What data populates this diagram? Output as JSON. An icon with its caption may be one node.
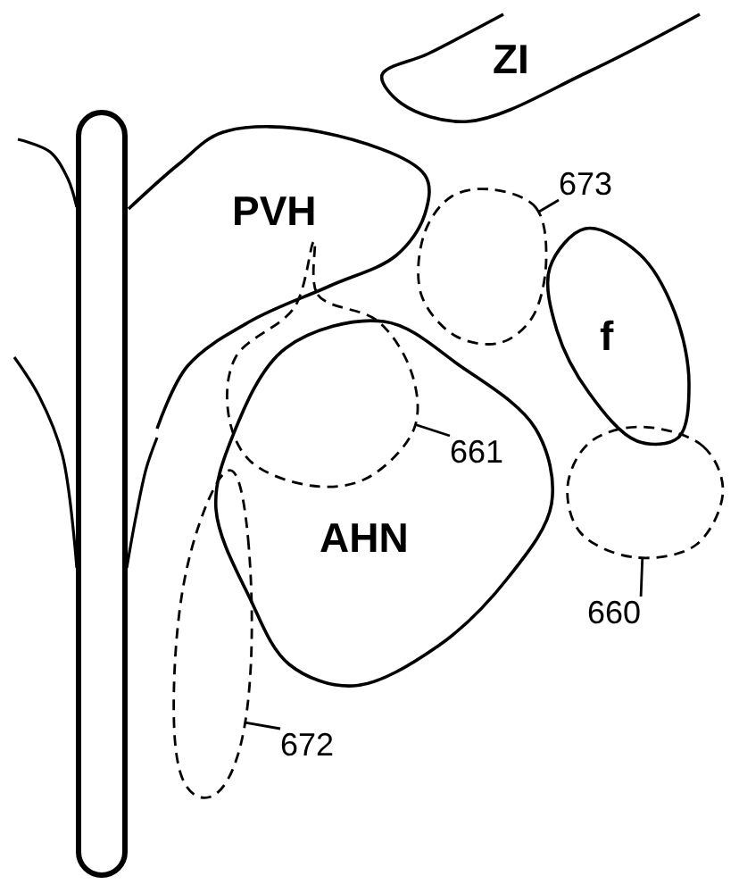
{
  "diagram": {
    "nodes": [
      {
        "text": [
          "ZI"
        ]
      },
      {
        "text": [
          "PVH"
        ]
      },
      {
        "text": [],
        "shape": "circle"
      },
      {
        "text": [
          "673"
        ]
      },
      {
        "text": [
          "f"
        ]
      },
      {
        "text": [],
        "shape": "circle"
      },
      {
        "text": [
          "661"
        ],
        "in": 7
      },
      {
        "text": [
          "AHN"
        ]
      },
      {
        "text": [],
        "shape": "circle"
      },
      {
        "text": [
          "660"
        ]
      },
      {
        "text": [],
        "shape": "oval"
      },
      {
        "text": [
          "672"
        ]
      }
    ],
    "edges": [
      {
        "from": 3,
        "to": 2,
        "arrow": "none"
      },
      {
        "from": 6,
        "to": 5,
        "arrow": "none"
      },
      {
        "from": 9,
        "to": 8,
        "arrow": "none"
      },
      {
        "from": 11,
        "to": 10,
        "arrow": "none"
      }
    ]
  }
}
